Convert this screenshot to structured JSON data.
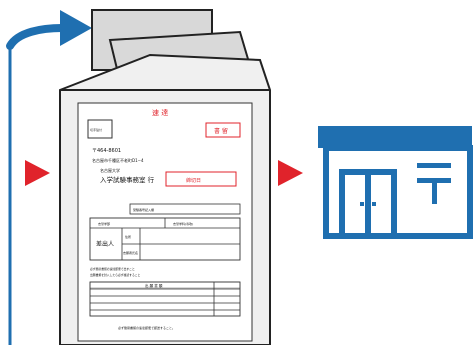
{
  "colors": {
    "blue": "#1f6fb0",
    "red": "#e0232b",
    "envelope_fill": "#f0f0f0",
    "envelope_outline": "#222222",
    "paper_fill": "#d8d8d8",
    "red_text": "#e0232b",
    "black_text": "#111111"
  },
  "icons": {
    "curved_arrow": "curved-arrow-icon",
    "left_triangle": "play-triangle-icon",
    "right_triangle": "play-triangle-icon",
    "post_office": "post-office-icon",
    "postal_mark": "japan-postal-mark-icon"
  },
  "form": {
    "top_red": "速 達",
    "label_red_box": "書 留",
    "stamp_text": "切手貼付",
    "postal_code": "〒464-8601",
    "address": "名古屋市千種区不老町D1−4",
    "university": "名古屋大学",
    "department": "入学試験事務室 行",
    "period_box": "締切日",
    "exam_number_label": "受験番号記入欄",
    "table_label_row1": "志望学部",
    "table_label_row1b": "志望学科(専攻)",
    "sender_label": "差出人",
    "address_label": "住所",
    "name_label": "志願者氏名",
    "section_title": "出 願 書 類",
    "note_line1": "必ず簡易書留の速達郵便で出すこと",
    "note_line2": "出願書類を封入したら必ず確認すること",
    "footer": "必ず簡易書留の速達郵便で郵送すること。"
  }
}
